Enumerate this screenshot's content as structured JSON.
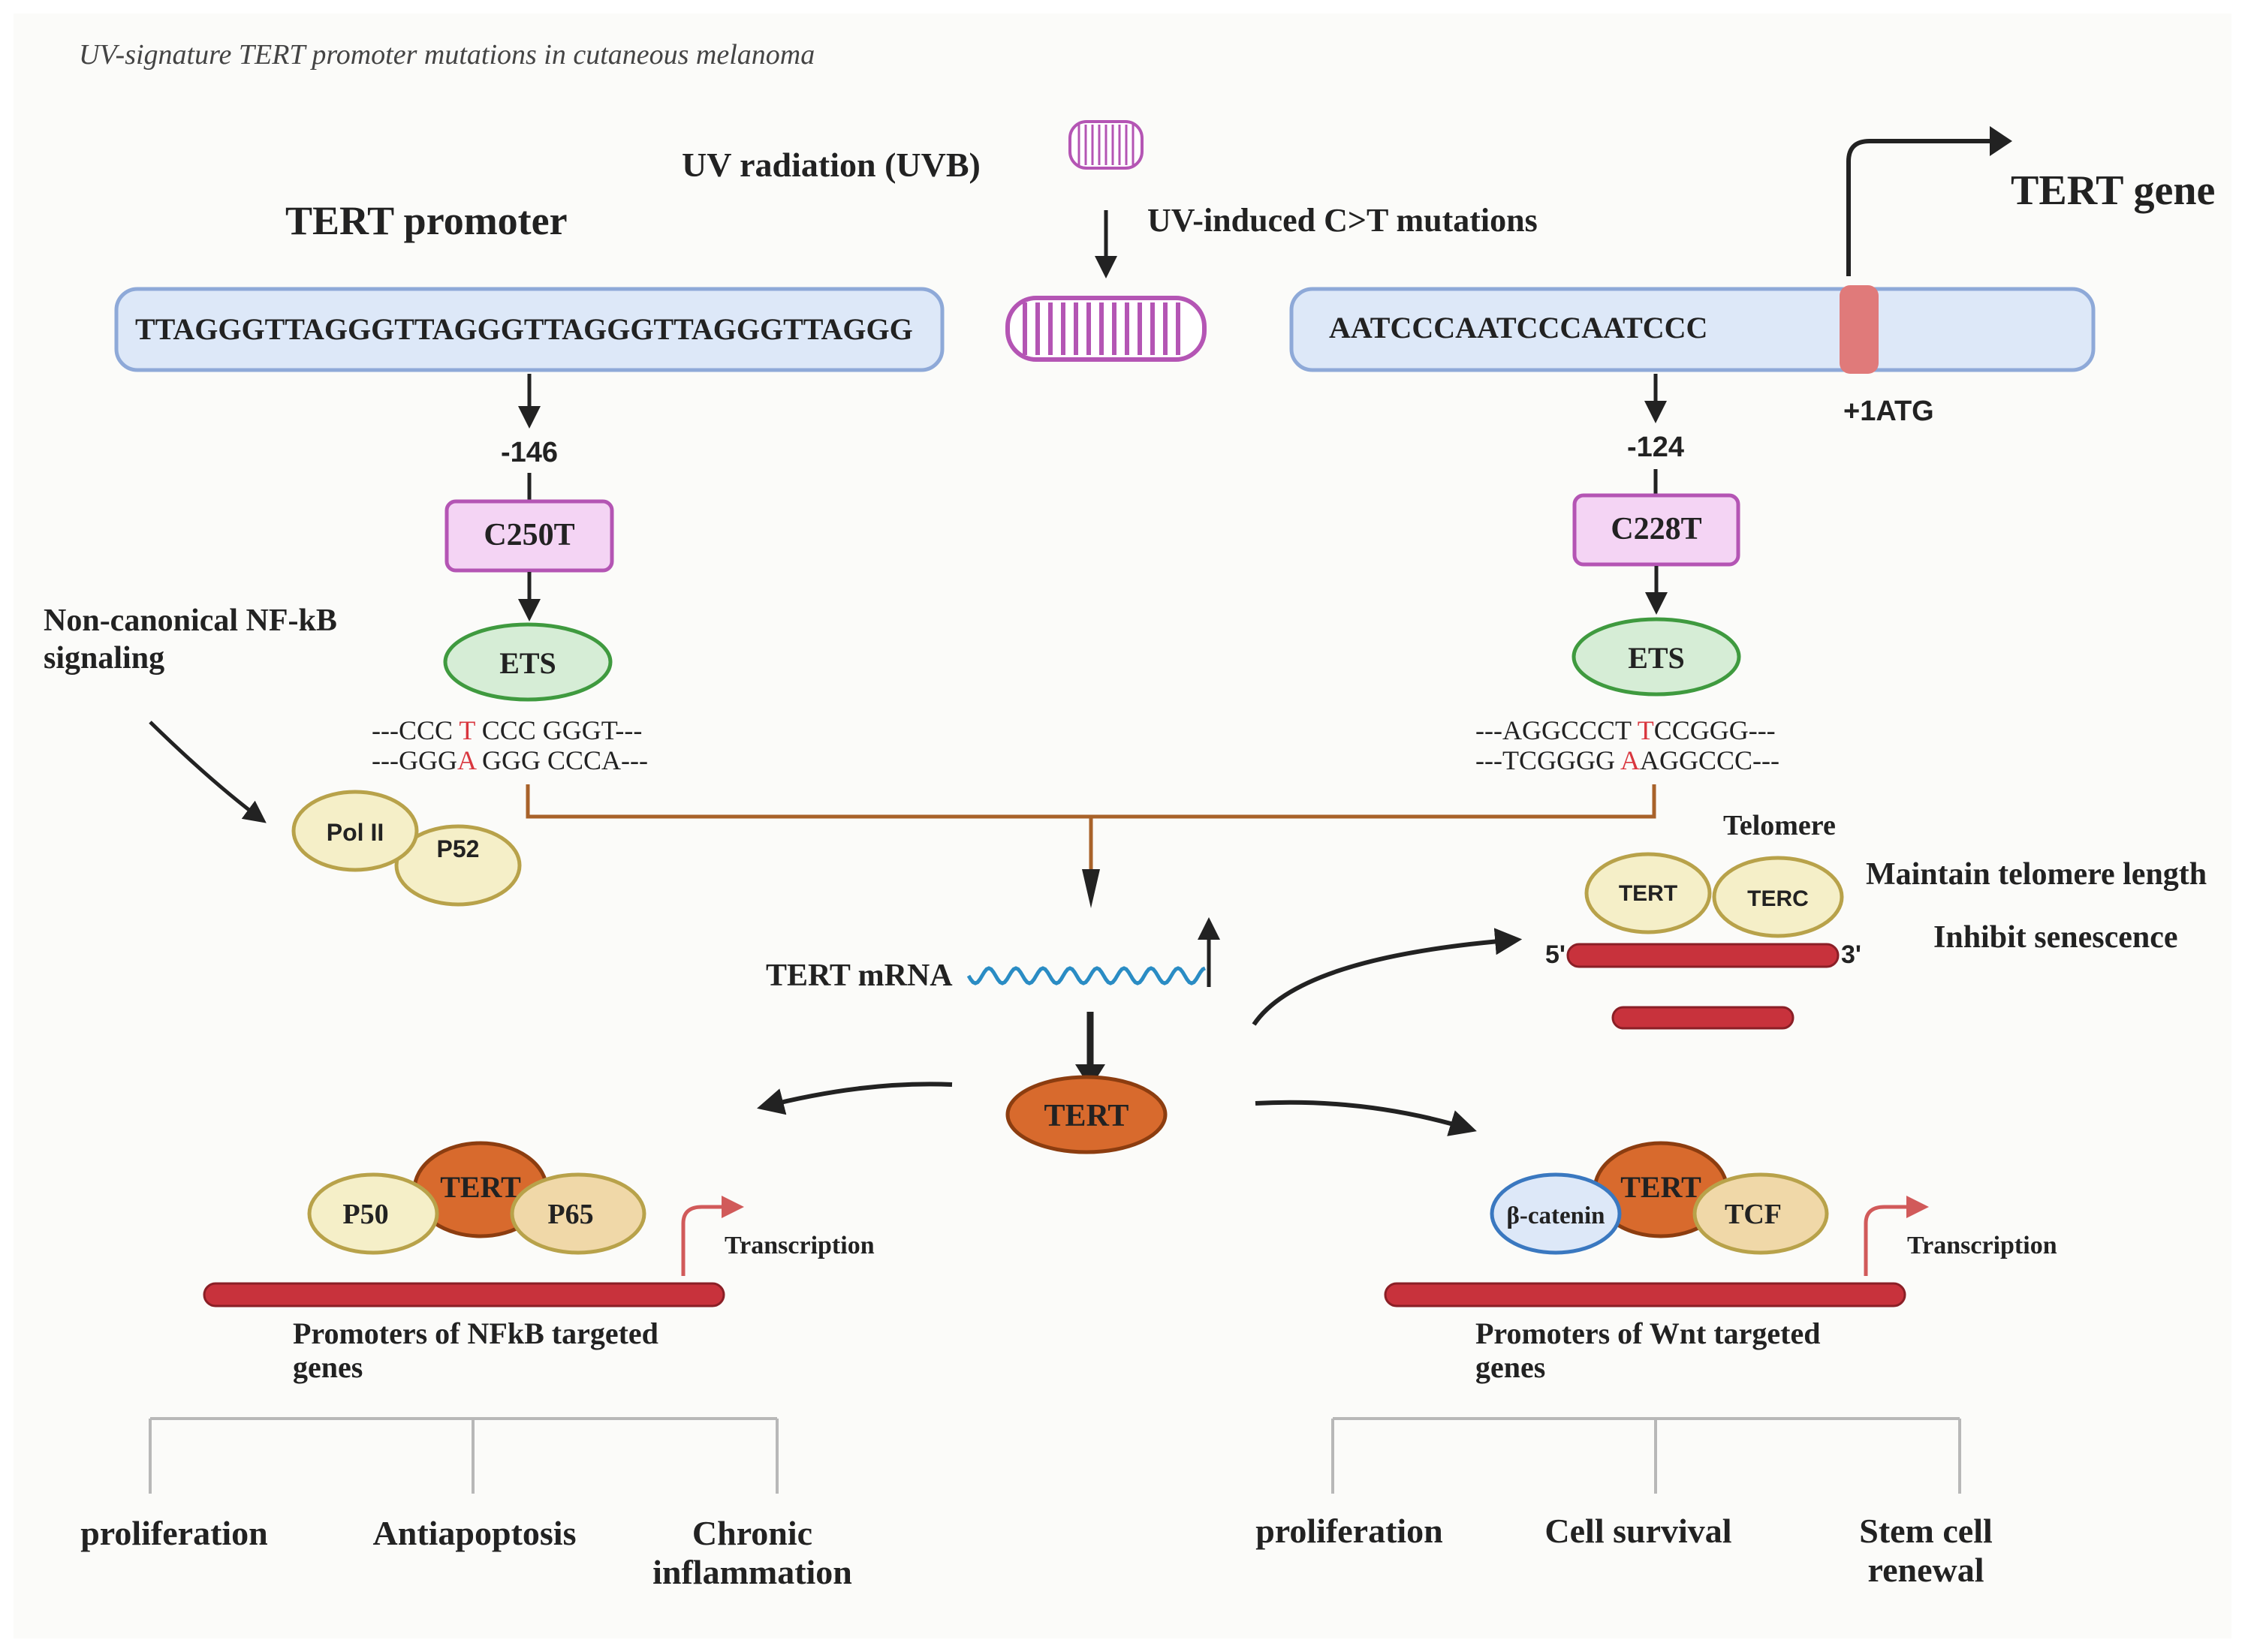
{
  "subtitle": "UV-signature TERT promoter mutations in cutaneous melanoma",
  "uv_radiation": "UV radiation (UVB)",
  "uv_mutations": "UV-induced C>T mutations",
  "promoter_title": "TERT promoter",
  "gene_title": "TERT gene",
  "promoter_seq": "TTAGGGTTAGGGTTAGGGTTAGGGTTAGGGTTAGGG",
  "gene_seq": "AATCCCAATCCCAATCCC",
  "atg_label": "+1ATG",
  "left_branch": {
    "position": "-146",
    "mutation": "C250T",
    "factor": "ETS",
    "seq_top": [
      "---CCC ",
      "T",
      " CCC GGGT---"
    ],
    "seq_bottom": [
      "---GGG",
      "A",
      " GGG CCCA---"
    ]
  },
  "right_branch": {
    "position": "-124",
    "mutation": "C228T",
    "factor": "ETS",
    "seq_top": [
      "---AGGCCCT ",
      "T",
      "CCGGG---"
    ],
    "seq_bottom": [
      "---TCGGGG ",
      "A",
      "AGGCCC---"
    ]
  },
  "nfkb_signaling": [
    "Non-canonical NF-kB",
    "signaling"
  ],
  "pol2": "Pol II",
  "p52": "P52",
  "mrna_label": "TERT mRNA",
  "tert_center": "TERT",
  "telomere": {
    "title": "Telomere",
    "tert": "TERT",
    "terc": "TERC",
    "five_prime": "5'",
    "three_prime": "3'",
    "effect1": "Maintain telomere length",
    "effect2": "Inhibit senescence"
  },
  "nfkb_complex": {
    "p50": "P50",
    "tert": "TERT",
    "p65": "P65",
    "transcription": "Transcription",
    "promoters": [
      "Promoters of NFkB targeted",
      "genes"
    ],
    "outcomes": [
      "proliferation",
      "Antiapoptosis",
      "Chronic",
      "inflammation"
    ]
  },
  "wnt_complex": {
    "bcatenin": "β-catenin",
    "tert": "TERT",
    "tcf": "TCF",
    "transcription": "Transcription",
    "promoters": [
      "Promoters of Wnt targeted",
      "genes"
    ],
    "outcomes": [
      "proliferation",
      "Cell survival",
      "Stem cell",
      "renewal"
    ]
  },
  "colors": {
    "dna_box_fill": "#dde8f8",
    "dna_box_stroke": "#8ea9d8",
    "mutation_fill": "#f4d4f4",
    "mutation_stroke": "#b455b4",
    "ets_fill": "#d6edd6",
    "ets_stroke": "#3f9a3f",
    "tert_orange": "#d86a2d",
    "bar_red": "#c8323c",
    "uv_stripe": "#b455b4",
    "mutant_base": "#d9363e",
    "mrna_wave": "#2a8cc4",
    "brown_line": "#a8622a",
    "pale_yellow": "#f5efc8",
    "tan": "#f0d8a8"
  }
}
